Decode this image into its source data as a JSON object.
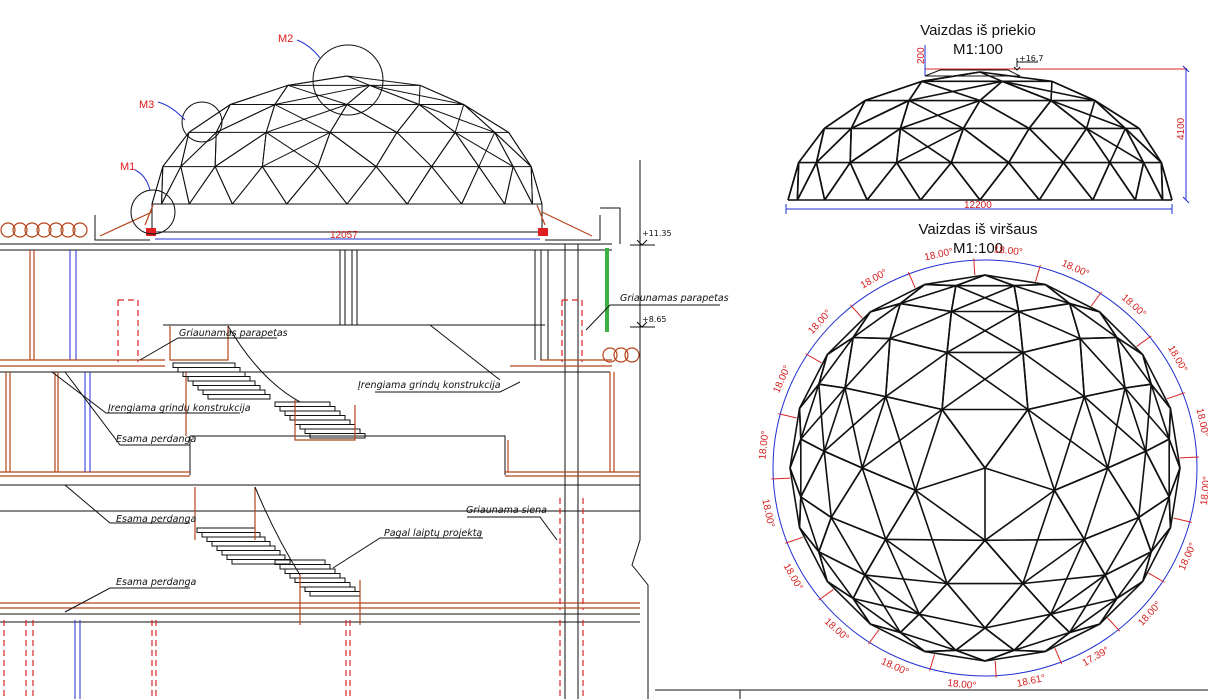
{
  "section": {
    "markers": [
      "M1",
      "M2",
      "M3"
    ],
    "dome_width": "12057",
    "levels": [
      "+11.35",
      "+8.65"
    ],
    "notes": {
      "parapet_1": "Griaunamas parapetas",
      "parapet_2": "Griaunamas parapetas",
      "floor_1": "Įrengiama grindų konstrukcija",
      "floor_2": "Įrengiama grindų konstrukcija",
      "slab_1": "Esama perdanga",
      "slab_2": "Esama perdanga",
      "slab_3": "Esama perdanga",
      "wall": "Griaunama siena",
      "stairs": "Pagal laiptų projektą"
    }
  },
  "front_view": {
    "title": "Vaizdas iš priekio",
    "scale": "M1:100",
    "level": "+16.7",
    "dim_height_top": "200",
    "dim_height": "4100",
    "dim_width": "12200"
  },
  "top_view": {
    "title": "Vaizdas iš viršaus",
    "scale": "M1:100",
    "angles": [
      "18.00°",
      "18.00°",
      "18.00°",
      "18.00°",
      "18.00°",
      "18.00°",
      "18.00°",
      "18.00°",
      "18.00°",
      "17.39°",
      "18.61°",
      "18.00°",
      "18.00°",
      "18.00°",
      "18.00°",
      "18.00°",
      "18.00°",
      "18.00°",
      "18.00°",
      "18.00°"
    ]
  },
  "colors": {
    "dimension": "#d41c1c",
    "dim_line": "#1f2fd0",
    "demolished": "#d82424",
    "new": "#b5451b",
    "green": "#3cb043"
  }
}
